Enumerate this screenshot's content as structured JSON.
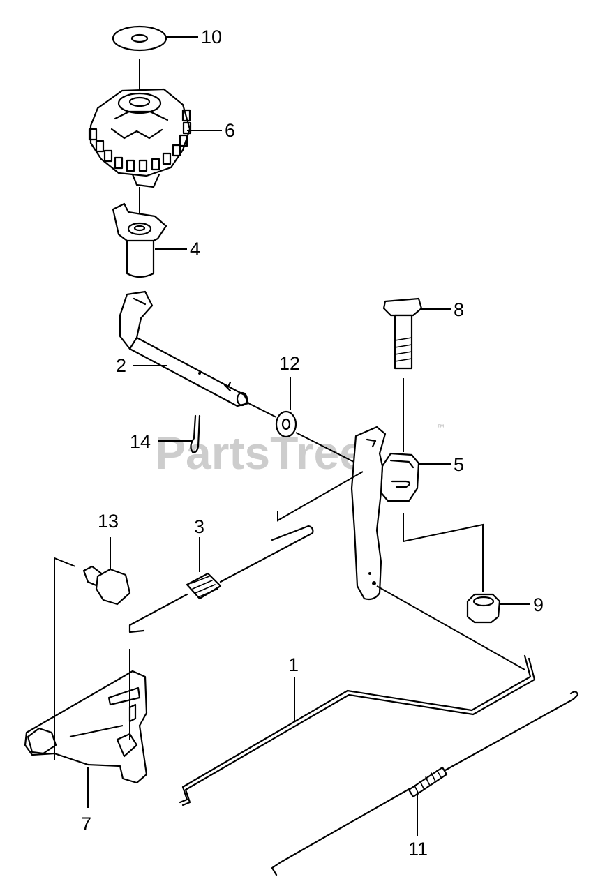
{
  "watermark": {
    "text": "PartsTree",
    "trademark": "™"
  },
  "callouts": {
    "c1": "1",
    "c2": "2",
    "c3": "3",
    "c4": "4",
    "c5": "5",
    "c6": "6",
    "c7": "7",
    "c8": "8",
    "c9": "9",
    "c10": "10",
    "c11": "11",
    "c12": "12",
    "c13": "13",
    "c14": "14"
  }
}
